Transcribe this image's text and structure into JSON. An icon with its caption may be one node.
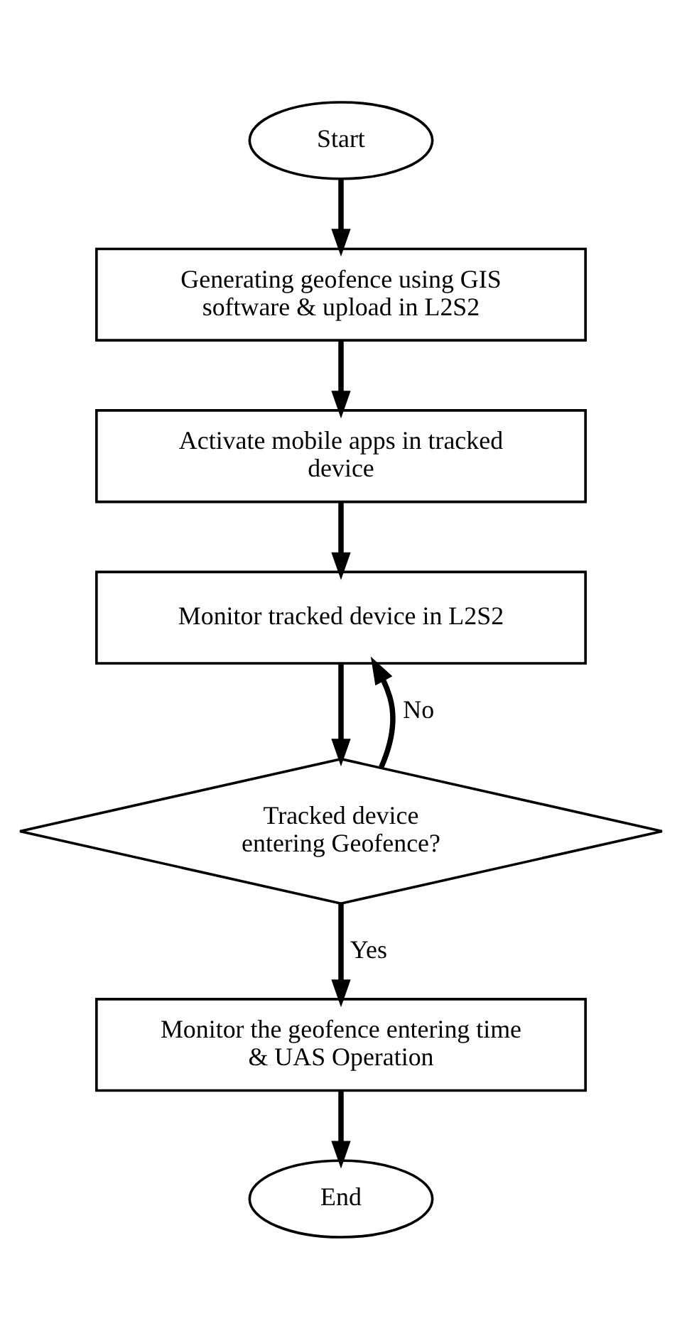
{
  "diagram": {
    "nodes": [
      {
        "text": [
          "Start"
        ]
      },
      {
        "text": [
          "Generating geofence using GIS software & upload in L2S2"
        ]
      },
      {
        "text": [
          "Activate mobile apps in tracked device"
        ]
      },
      {
        "text": [
          "Monitor tracked device in L2S2"
        ]
      },
      {
        "text": [
          "Tracked device entering Geofence?"
        ]
      },
      {
        "text": [
          "Monitor the geofence entering time & UAS Operation"
        ]
      },
      {
        "text": [
          "End"
        ]
      }
    ],
    "edges": [
      {
        "from": 0,
        "to": 1,
        "arrow": "to"
      },
      {
        "from": 1,
        "to": 2,
        "arrow": "to"
      },
      {
        "from": 2,
        "to": 3,
        "arrow": "to"
      },
      {
        "from": 3,
        "to": 4,
        "arrow": "to"
      },
      {
        "from": 4,
        "to": 3,
        "arrow": "to",
        "label": "No"
      },
      {
        "from": 4,
        "to": 5,
        "arrow": "to",
        "label": "Yes"
      },
      {
        "from": 5,
        "to": 6,
        "arrow": "to"
      }
    ]
  }
}
